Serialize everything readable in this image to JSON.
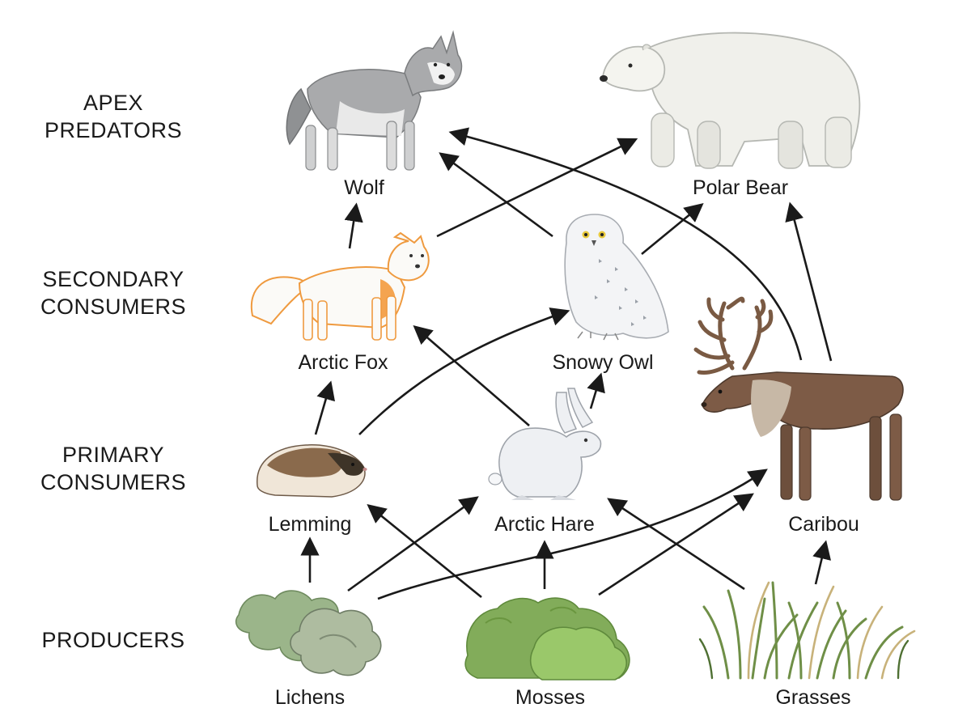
{
  "levels": {
    "apex": "APEX\nPREDATORS",
    "secondary": "SECONDARY\nCONSUMERS",
    "primary": "PRIMARY\nCONSUMERS",
    "producers": "PRODUCERS"
  },
  "organisms": {
    "wolf": "Wolf",
    "polar_bear": "Polar Bear",
    "arctic_fox": "Arctic Fox",
    "snowy_owl": "Snowy Owl",
    "lemming": "Lemming",
    "arctic_hare": "Arctic Hare",
    "caribou": "Caribou",
    "lichens": "Lichens",
    "mosses": "Mosses",
    "grasses": "Grasses"
  },
  "links": [
    {
      "from": "lichens",
      "to": "lemming"
    },
    {
      "from": "lichens",
      "to": "arctic_hare"
    },
    {
      "from": "lichens",
      "to": "caribou"
    },
    {
      "from": "mosses",
      "to": "lemming"
    },
    {
      "from": "mosses",
      "to": "arctic_hare"
    },
    {
      "from": "mosses",
      "to": "caribou"
    },
    {
      "from": "grasses",
      "to": "arctic_hare"
    },
    {
      "from": "grasses",
      "to": "caribou"
    },
    {
      "from": "lemming",
      "to": "arctic_fox"
    },
    {
      "from": "lemming",
      "to": "snowy_owl"
    },
    {
      "from": "arctic_hare",
      "to": "arctic_fox"
    },
    {
      "from": "arctic_hare",
      "to": "snowy_owl"
    },
    {
      "from": "arctic_fox",
      "to": "wolf"
    },
    {
      "from": "arctic_fox",
      "to": "polar_bear"
    },
    {
      "from": "snowy_owl",
      "to": "wolf"
    },
    {
      "from": "snowy_owl",
      "to": "polar_bear"
    },
    {
      "from": "caribou",
      "to": "wolf"
    },
    {
      "from": "caribou",
      "to": "polar_bear"
    }
  ],
  "icons": {
    "wolf": "wolf-icon",
    "polar_bear": "polar-bear-icon",
    "arctic_fox": "arctic-fox-icon",
    "snowy_owl": "snowy-owl-icon",
    "lemming": "lemming-icon",
    "arctic_hare": "arctic-hare-icon",
    "caribou": "caribou-icon",
    "lichens": "lichen-icon",
    "mosses": "moss-icon",
    "grasses": "grass-icon"
  },
  "colors": {
    "arrow": "#1a1a1a",
    "wolf": "#a9aaac",
    "polar_bear": "#efefea",
    "fox_accent": "#f0a04b",
    "caribou": "#7d5b46",
    "lichen": "#9bb58a",
    "moss": "#82ac5a",
    "grass": "#7f9a55"
  }
}
